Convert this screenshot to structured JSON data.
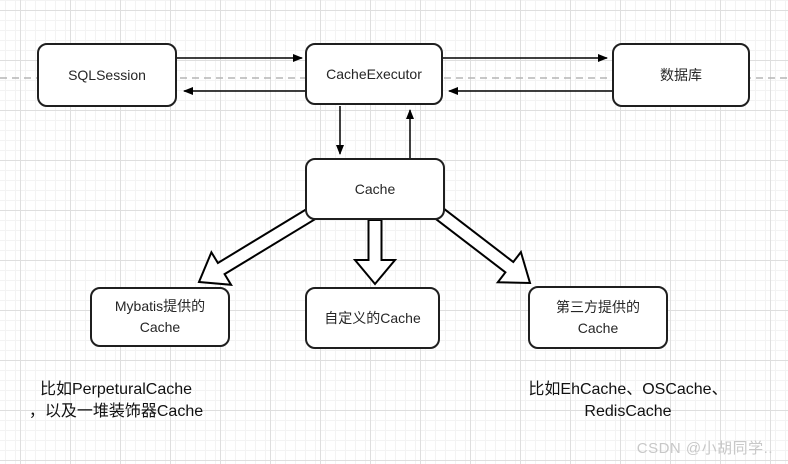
{
  "diagram": {
    "nodes": {
      "sqlsession": {
        "label": "SQLSession"
      },
      "cache_executor": {
        "label": "CacheExecutor"
      },
      "database": {
        "label": "数据库"
      },
      "cache": {
        "label": "Cache"
      },
      "mybatis_cache": {
        "label": "Mybatis提供的\nCache"
      },
      "custom_cache": {
        "label": "自定义的Cache"
      },
      "third_party_cache": {
        "label": "第三方提供的\nCache"
      }
    },
    "annotations": {
      "left_note": "比如PerpeturalCache\n，以及一堆装饰器Cache",
      "right_note": "比如EhCache、OSCache、\nRedisCache"
    },
    "watermark": "CSDN @小胡同学..",
    "colors": {
      "node_fill": "#ffffff",
      "node_border": "#1f1f1f",
      "arrow": "#000000",
      "dashed_line": "#b5b5b5",
      "grid_minor": "#f3f3f3",
      "grid_major": "#dedede",
      "note_text": "#111111",
      "watermark_text": "#c8c8c8"
    }
  }
}
